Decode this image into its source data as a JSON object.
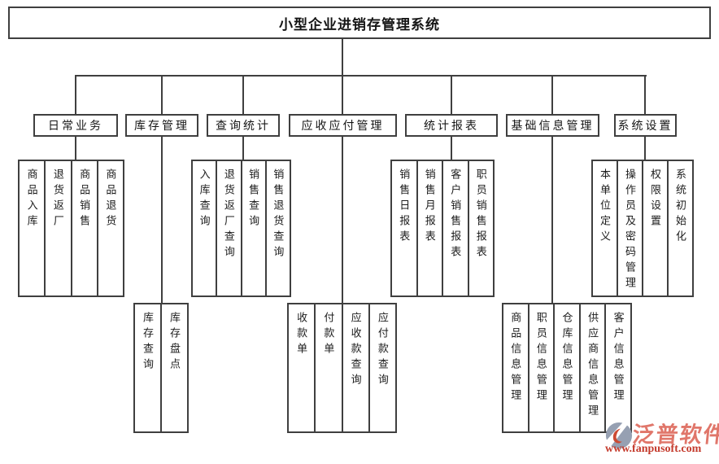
{
  "title": "小型企业进销存管理系统",
  "level2": [
    {
      "label": "日常业务",
      "children": [
        "商品入库",
        "退货返厂",
        "商品销售",
        "商品退货"
      ]
    },
    {
      "label": "库存管理",
      "children": [
        "库存查询",
        "库存盘点"
      ]
    },
    {
      "label": "查询统计",
      "children": [
        "入库查询",
        "退货返厂查询",
        "销售查询",
        "销售退货查询"
      ]
    },
    {
      "label": "应收应付管理",
      "children": [
        "收款单",
        "付款单",
        "应收款查询",
        "应付款查询"
      ]
    },
    {
      "label": "统计报表",
      "children": [
        "销售日报表",
        "销售月报表",
        "客户销售报表",
        "职员销售报表"
      ]
    },
    {
      "label": "基础信息管理",
      "children": [
        "商品信息管理",
        "职员信息管理",
        "仓库信息管理",
        "供应商信息管理",
        "客户信息管理"
      ]
    },
    {
      "label": "系统设置",
      "children": [
        "本单位定义",
        "操作员及密码管理",
        "权限设置",
        "系统初始化"
      ]
    }
  ],
  "watermark": {
    "brand": "泛普软件",
    "url": "www.fanpusoft.com"
  },
  "colors": {
    "line": "#3f3f3f",
    "text": "#1c1c1c",
    "background": "#ffffff",
    "watermark_brand": "#e0766a",
    "watermark_url": "#c43a2c",
    "logo_gray": "#96a0b2",
    "logo_red": "#cc4a33"
  }
}
